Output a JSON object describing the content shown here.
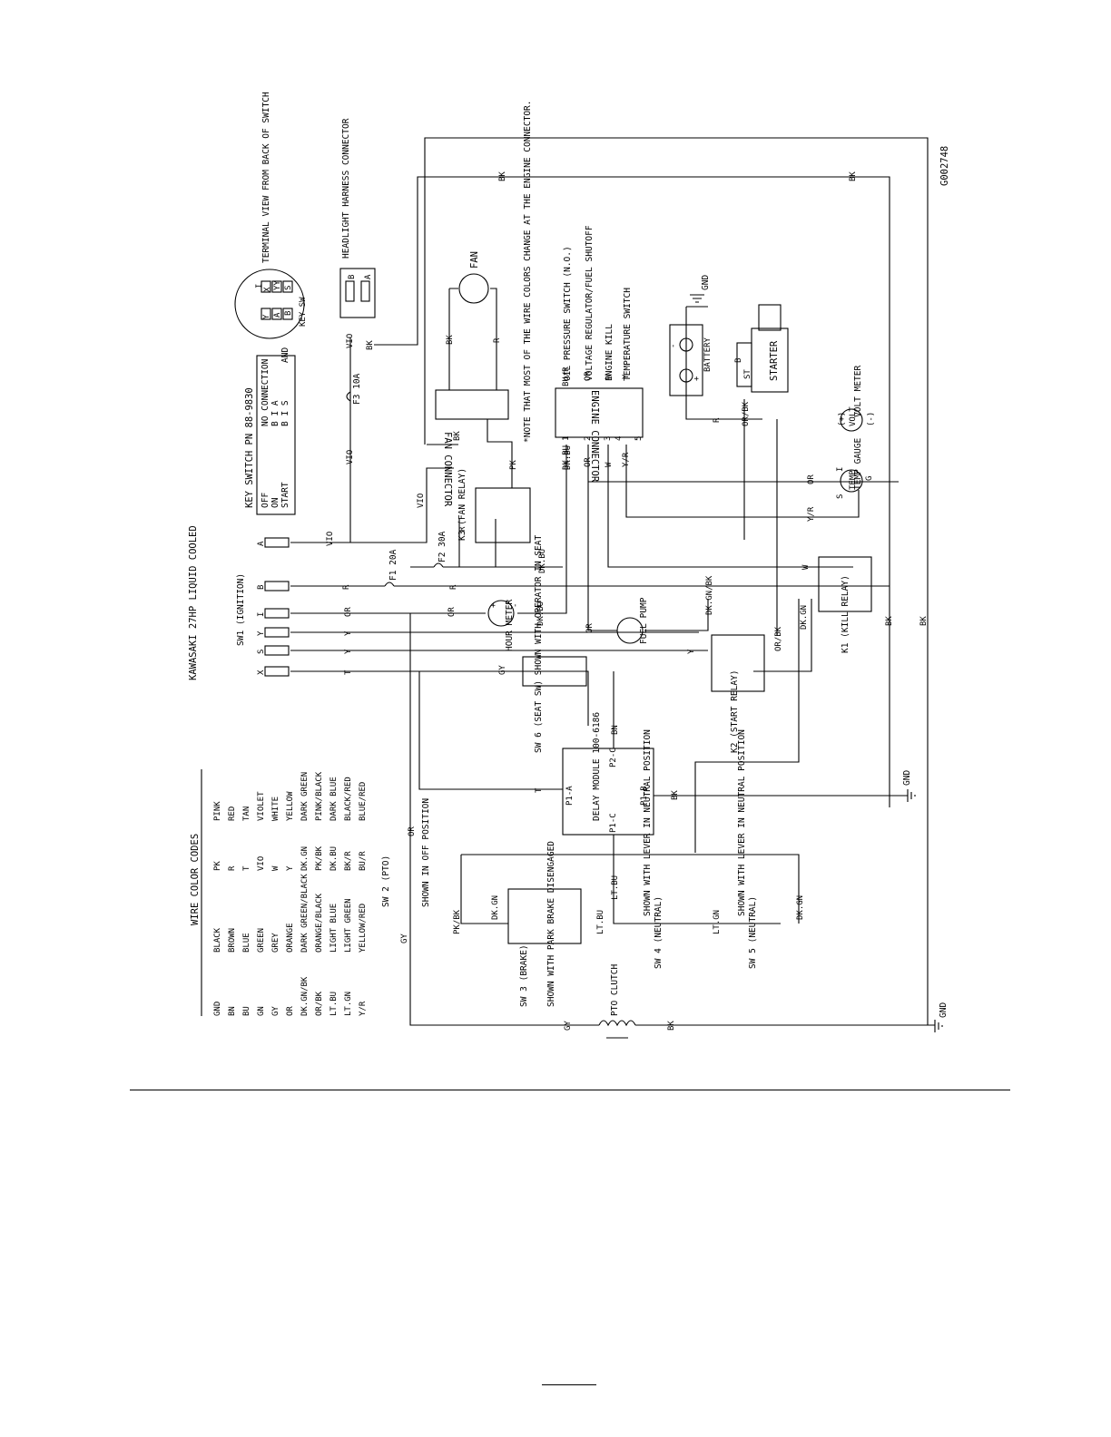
{
  "drawing_id": "G002748",
  "title": "KAWASAKI 27HP LIQUID COOLED",
  "key_switch": {
    "title": "KEY SWITCH PN 88-9830",
    "rows": [
      {
        "pos": "OFF",
        "conn": "NO CONNECTION"
      },
      {
        "pos": "ON",
        "conn": "B I A"
      },
      {
        "pos": "START",
        "conn": "B I S"
      }
    ],
    "and_label": "AND",
    "terminal_view": "TERMINAL VIEW FROM BACK OF SWITCH",
    "face_label": "KEY SW",
    "terminals": [
      "X",
      "I",
      "S",
      "B",
      "A",
      "Y",
      "YY"
    ]
  },
  "headlight": {
    "label": "HEADLIGHT HARNESS CONNECTOR",
    "pins": [
      "B",
      "A"
    ]
  },
  "components": {
    "fan": "FAN",
    "fan_connector": "FAN CONNECTOR",
    "engine_connector": "ENGINE CONNECTOR",
    "battery": "BATTERY",
    "starter": "STARTER",
    "volt_meter": "VOLT METER",
    "volt_face": "VOLT",
    "temp_gauge": "TEMP GAUGE",
    "temp_face": "TEMP",
    "fuel_pump": "FUEL PUMP",
    "hour_meter": "HOUR METER",
    "fan_relay": "K3 (FAN RELAY)",
    "kill_relay": "K1 (KILL RELAY)",
    "start_relay": "K2 (START RELAY)",
    "ignition": "SW1 (IGNITION)",
    "seat_switch": "SW 6 (SEAT SW) SHOWN WITH OPERATOR IN SEAT",
    "delay_module": "DELAY MODULE 100-6186",
    "pto_switch": "SW 2 (PTO)",
    "pto_shown": "SHOWN IN OFF POSITION",
    "brake_switch": "SW 3 (BRAKE)",
    "brake_shown": "SHOWN WITH PARK BRAKE DISENGAGED",
    "neutral4": "SW 4 (NEUTRAL)",
    "neutral5": "SW 5 (NEUTRAL)",
    "neutral_shown": "SHOWN WITH LEVER IN NEUTRAL POSITION",
    "pto_clutch": "PTO CLUTCH",
    "fuse1": "F1 20A",
    "fuse2": "F2 30A",
    "fuse3": "F3 10A",
    "gnd": "GND"
  },
  "note": "*NOTE THAT MOST OF THE WIRE COLORS CHANGE AT THE ENGINE CONNECTOR.",
  "engine_functions": [
    "OIL PRESSURE SWITCH (N.O.)",
    "VOLTAGE REGULATOR/FUEL SHUTOFF",
    "ENGINE KILL",
    "TEMPERATURE SWITCH"
  ],
  "engine_pins_top": [
    "BU/R",
    "OR",
    "W",
    "Y"
  ],
  "engine_pins_bottom": [
    "DK.BU",
    "OR",
    "W",
    "Y/R"
  ],
  "engine_pin_numbers": [
    "1",
    "2",
    "3",
    "4",
    "5"
  ],
  "ignition_terminals": [
    "A",
    "B",
    "I",
    "Y",
    "S",
    "X"
  ],
  "wire_color_codes": {
    "title": "WIRE COLOR CODES",
    "col1": [
      {
        "code": "GND",
        "name": "BLACK"
      },
      {
        "code": "BN",
        "name": "BROWN"
      },
      {
        "code": "BU",
        "name": "BLUE"
      },
      {
        "code": "GN",
        "name": "GREEN"
      },
      {
        "code": "GY",
        "name": "GREY"
      },
      {
        "code": "OR",
        "name": "ORANGE"
      },
      {
        "code": "DK.GN/BK",
        "name": "DARK GREEN/BLACK"
      },
      {
        "code": "OR/BK",
        "name": "ORANGE/BLACK"
      },
      {
        "code": "LT.BU",
        "name": "LIGHT BLUE"
      },
      {
        "code": "LT.GN",
        "name": "LIGHT GREEN"
      },
      {
        "code": "Y/R",
        "name": "YELLOW/RED"
      }
    ],
    "col2": [
      {
        "code": "PK",
        "name": "PINK"
      },
      {
        "code": "R",
        "name": "RED"
      },
      {
        "code": "T",
        "name": "TAN"
      },
      {
        "code": "VIO",
        "name": "VIOLET"
      },
      {
        "code": "W",
        "name": "WHITE"
      },
      {
        "code": "Y",
        "name": "YELLOW"
      },
      {
        "code": "DK.GN",
        "name": "DARK GREEN"
      },
      {
        "code": "PK/BK",
        "name": "PINK/BLACK"
      },
      {
        "code": "DK.BU",
        "name": "DARK BLUE"
      },
      {
        "code": "BK/R",
        "name": "BLACK/RED"
      },
      {
        "code": "BU/R",
        "name": "BLUE/RED"
      }
    ]
  },
  "wire_labels": {
    "bk": "BK",
    "r": "R",
    "or": "OR",
    "y": "Y",
    "w": "W",
    "vio": "VIO",
    "pk": "PK",
    "gy": "GY",
    "bn": "BN",
    "t": "T",
    "yr": "Y/R",
    "dkbu": "DK.BU",
    "dkgn": "DK.GN",
    "dkgnbk": "DK.GN/BK",
    "orbk": "OR/BK",
    "ltbu": "LT.BU",
    "ltgn": "LT.GN",
    "pkbk": "PK/BK",
    "bur": "BU/R",
    "p1a": "P1-A",
    "p1b": "P1-B",
    "p1c": "P1-C",
    "p2c": "P2-C",
    "b": "B",
    "st": "ST",
    "i": "I",
    "s": "S",
    "g": "G",
    "plus": "+",
    "minus": "-",
    "pplus": "(+)",
    "pminus": "(-)",
    "n1": "1",
    "n2": "2",
    "n3": "3",
    "n4": "4",
    "n5": "5"
  }
}
